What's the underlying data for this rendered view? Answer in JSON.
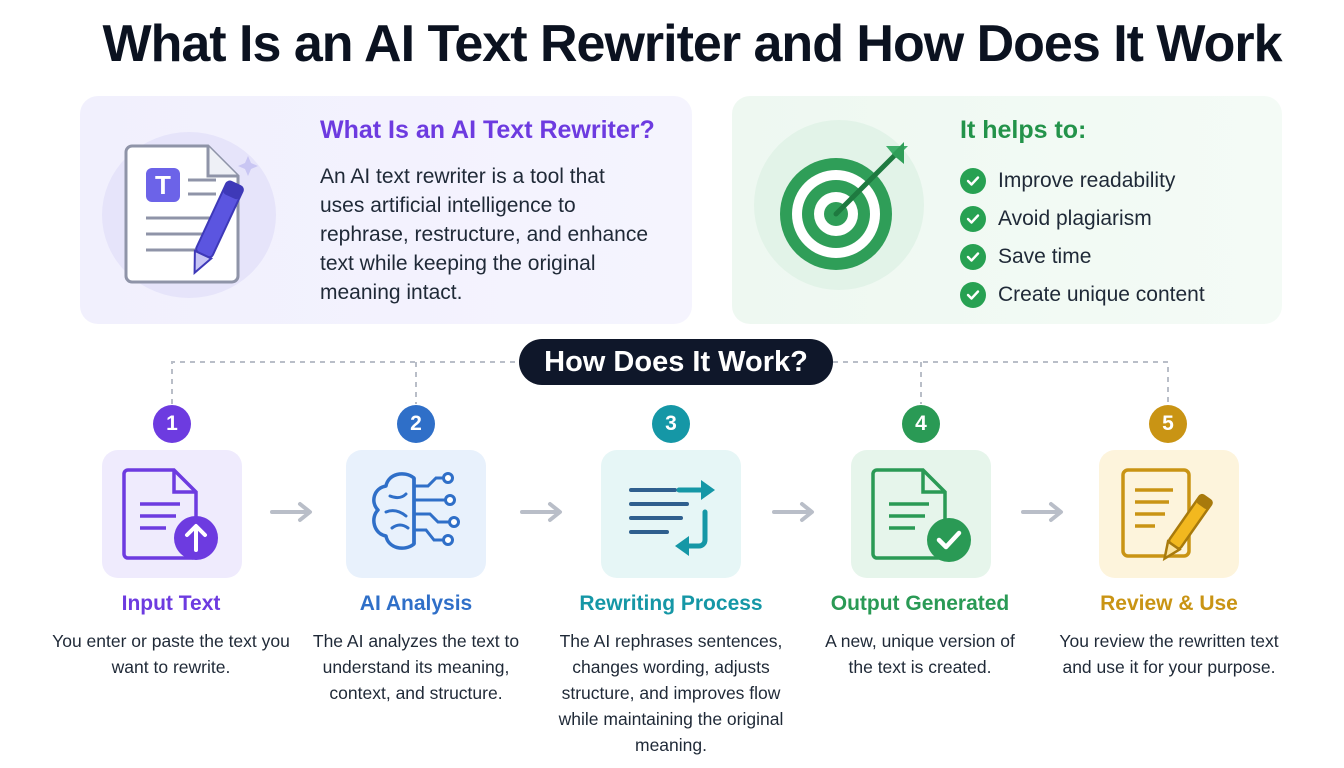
{
  "title": "What Is an AI Text Rewriter and How Does It Work",
  "definition": {
    "heading": "What Is an AI Text Rewriter?",
    "body": "An AI text rewriter is a tool that uses artificial intelligence to rephrase, restructure, and enhance text while keeping the original meaning intact.",
    "icon": "document-pen-icon"
  },
  "benefits": {
    "heading": "It helps to:",
    "icon": "target-arrow-icon",
    "items": [
      "Improve readability",
      "Avoid plagiarism",
      "Save time",
      "Create unique content"
    ]
  },
  "how": {
    "heading": "How Does It Work?"
  },
  "steps": [
    {
      "number": "1",
      "title": "Input Text",
      "desc": "You enter or paste the text you want to rewrite.",
      "icon": "document-upload-icon",
      "color": "#6d3be0",
      "bg": "#efebfd"
    },
    {
      "number": "2",
      "title": "AI Analysis",
      "desc": "The AI analyzes the text to understand its meaning, context, and structure.",
      "icon": "brain-circuit-icon",
      "color": "#2f6fc8",
      "bg": "#e8f1fc"
    },
    {
      "number": "3",
      "title": "Rewriting Process",
      "desc": "The AI rephrases sentences, changes wording, adjusts structure, and improves flow while maintaining the original meaning.",
      "icon": "rewrite-arrows-icon",
      "color": "#1597a6",
      "bg": "#e6f6f6"
    },
    {
      "number": "4",
      "title": "Output Generated",
      "desc": "A new, unique version of the text is created.",
      "icon": "document-check-icon",
      "color": "#2a9a55",
      "bg": "#e6f5eb"
    },
    {
      "number": "5",
      "title": "Review & Use",
      "desc": "You review the rewritten text and use it for your purpose.",
      "icon": "document-edit-icon",
      "color": "#c99414",
      "bg": "#fdf4dc"
    }
  ]
}
